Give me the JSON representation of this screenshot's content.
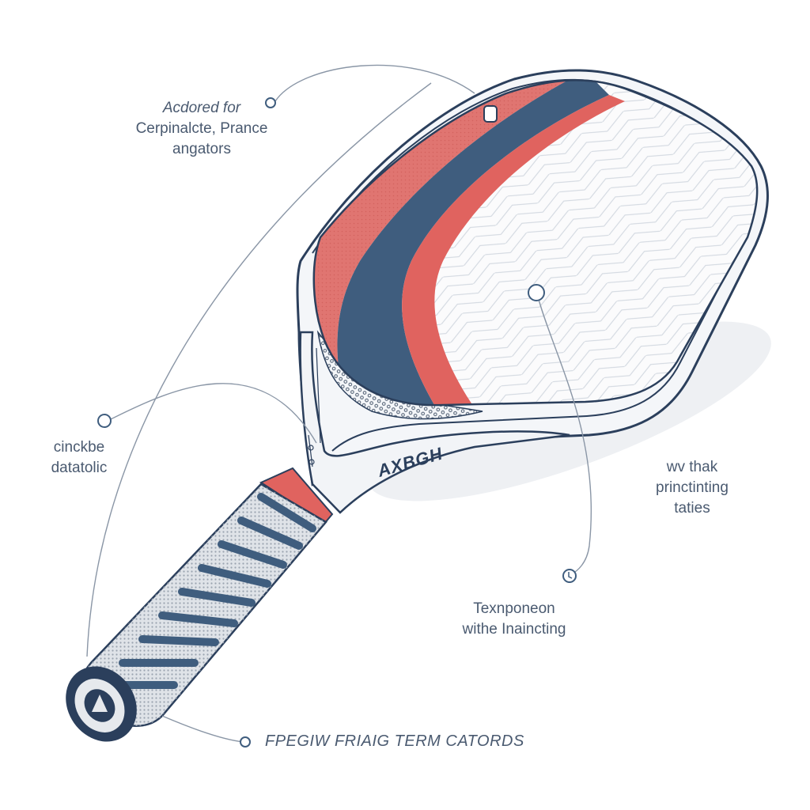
{
  "colors": {
    "navy": "#2b3f5c",
    "coral": "#e0635f",
    "steel_blue": "#3f5d7e",
    "leader_line": "#8a96a6",
    "label_text": "#4a5a70"
  },
  "callouts": {
    "top_left": [
      "Acdored for",
      "Cerpinalcte, Prance",
      "angators"
    ],
    "mid_left": [
      "cinckbe",
      "datatolic"
    ],
    "right": [
      "wv thak",
      "princtinting",
      "taties"
    ],
    "bottom_right": [
      "Texnponeon",
      "withe Inaincting"
    ],
    "bottom": "FPEGIW FRIAIG TERM CATORDS"
  },
  "throat_brand": "AXBGH"
}
